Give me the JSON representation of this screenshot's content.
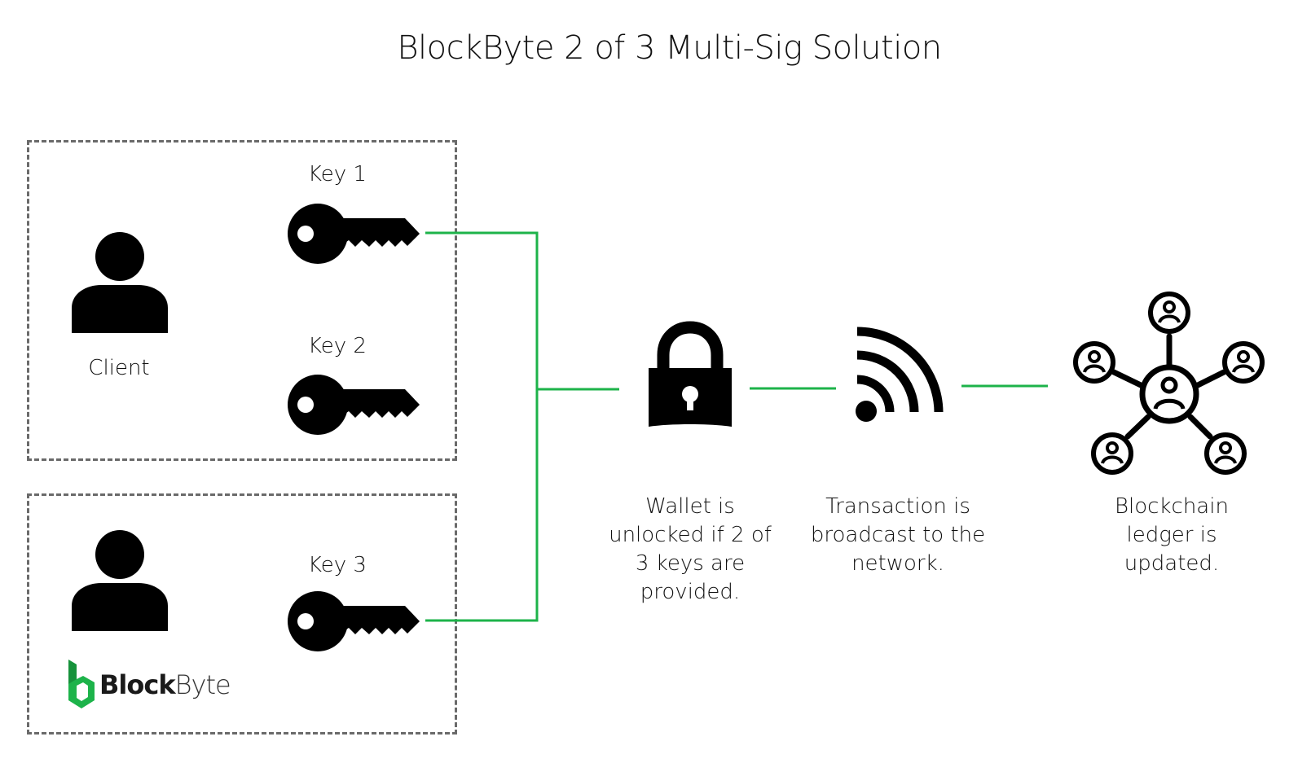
{
  "title": "BlockByte 2 of 3 Multi-Sig Solution",
  "client": {
    "label": "Client"
  },
  "keys": [
    {
      "label": "Key 1"
    },
    {
      "label": "Key 2"
    },
    {
      "label": "Key 3"
    }
  ],
  "steps": {
    "wallet": [
      "Wallet is",
      "unlocked if 2 of",
      "3 keys are",
      "provided."
    ],
    "transaction": [
      "Transaction is",
      "broadcast to the",
      "network."
    ],
    "ledger": [
      "Blockchain",
      "ledger is",
      "updated."
    ]
  },
  "logo": {
    "bold": "Block",
    "light": "Byte"
  },
  "colors": {
    "connector": "#1db34a",
    "logo_green": "#1db34a",
    "box_border": "#6a6a6a"
  },
  "icons": [
    "person-icon",
    "key-icon",
    "padlock-icon",
    "wifi-signal-icon",
    "network-nodes-icon"
  ]
}
